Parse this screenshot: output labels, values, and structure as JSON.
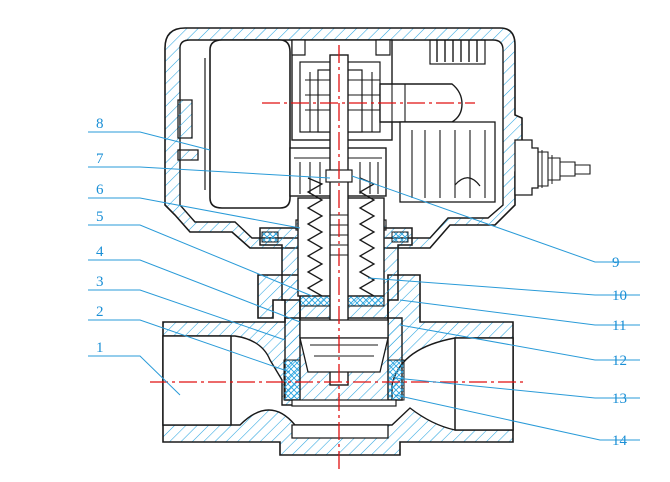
{
  "diagram": {
    "colors": {
      "outline": "#1a1a1a",
      "hatch": "#2aa4e0",
      "leader": "#2a9bd8",
      "label": "#1a8fd6",
      "centerline": "#e01010"
    },
    "labels": {
      "left": [
        "8",
        "7",
        "6",
        "5",
        "4",
        "3",
        "2",
        "1"
      ],
      "right": [
        "9",
        "10",
        "11",
        "12",
        "13",
        "14"
      ]
    }
  }
}
